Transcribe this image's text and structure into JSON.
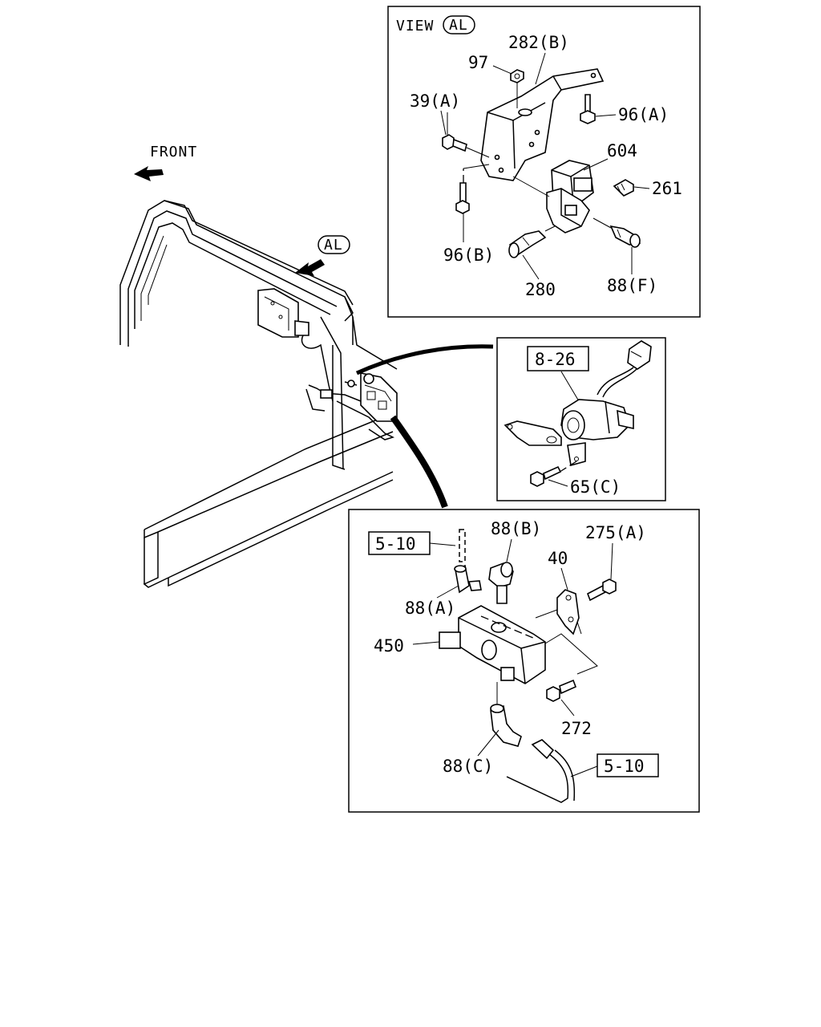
{
  "labels": {
    "front": "FRONT",
    "view_prefix": "VIEW",
    "view_circle": "AL",
    "al_marker": "AL",
    "p282b": "282(B)",
    "p97": "97",
    "p39a": "39(A)",
    "p96a": "96(A)",
    "p604": "604",
    "p261": "261",
    "p96b": "96(B)",
    "p280": "280",
    "p88f": "88(F)",
    "ref_8_26": "8-26",
    "p65c": "65(C)",
    "ref_5_10_top": "5-10",
    "p88b": "88(B)",
    "p275a": "275(A)",
    "p40": "40",
    "p88a": "88(A)",
    "p450": "450",
    "p272": "272",
    "p88c": "88(C)",
    "ref_5_10_bottom": "5-10"
  }
}
